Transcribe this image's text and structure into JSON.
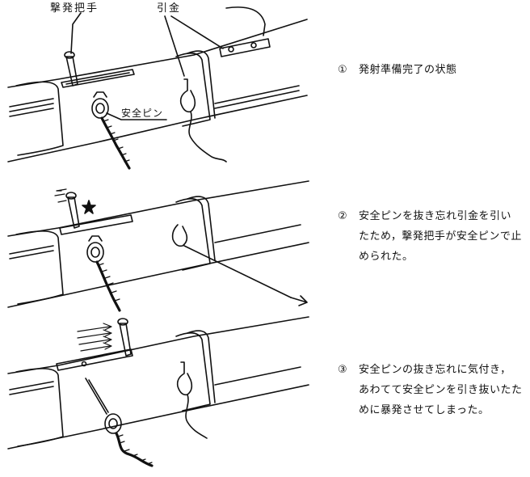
{
  "labels": {
    "striker_handle": "撃発把手",
    "lanyard": "引金",
    "safety_pin": "安全ピン"
  },
  "captions": [
    {
      "number": "①",
      "lines": [
        "発射準備完了の状態"
      ]
    },
    {
      "number": "②",
      "lines": [
        "安全ピンを抜き忘れ引金を引い",
        "たため，撃発把手が安全ピンで止",
        "められた。"
      ]
    },
    {
      "number": "③",
      "lines": [
        "安全ピンの抜き忘れに気付き，",
        "あわてて安全ピンを引き抜いたた",
        "めに暴発させてしまった。"
      ]
    }
  ],
  "colors": {
    "ink": "#111111",
    "paper": "#ffffff"
  }
}
